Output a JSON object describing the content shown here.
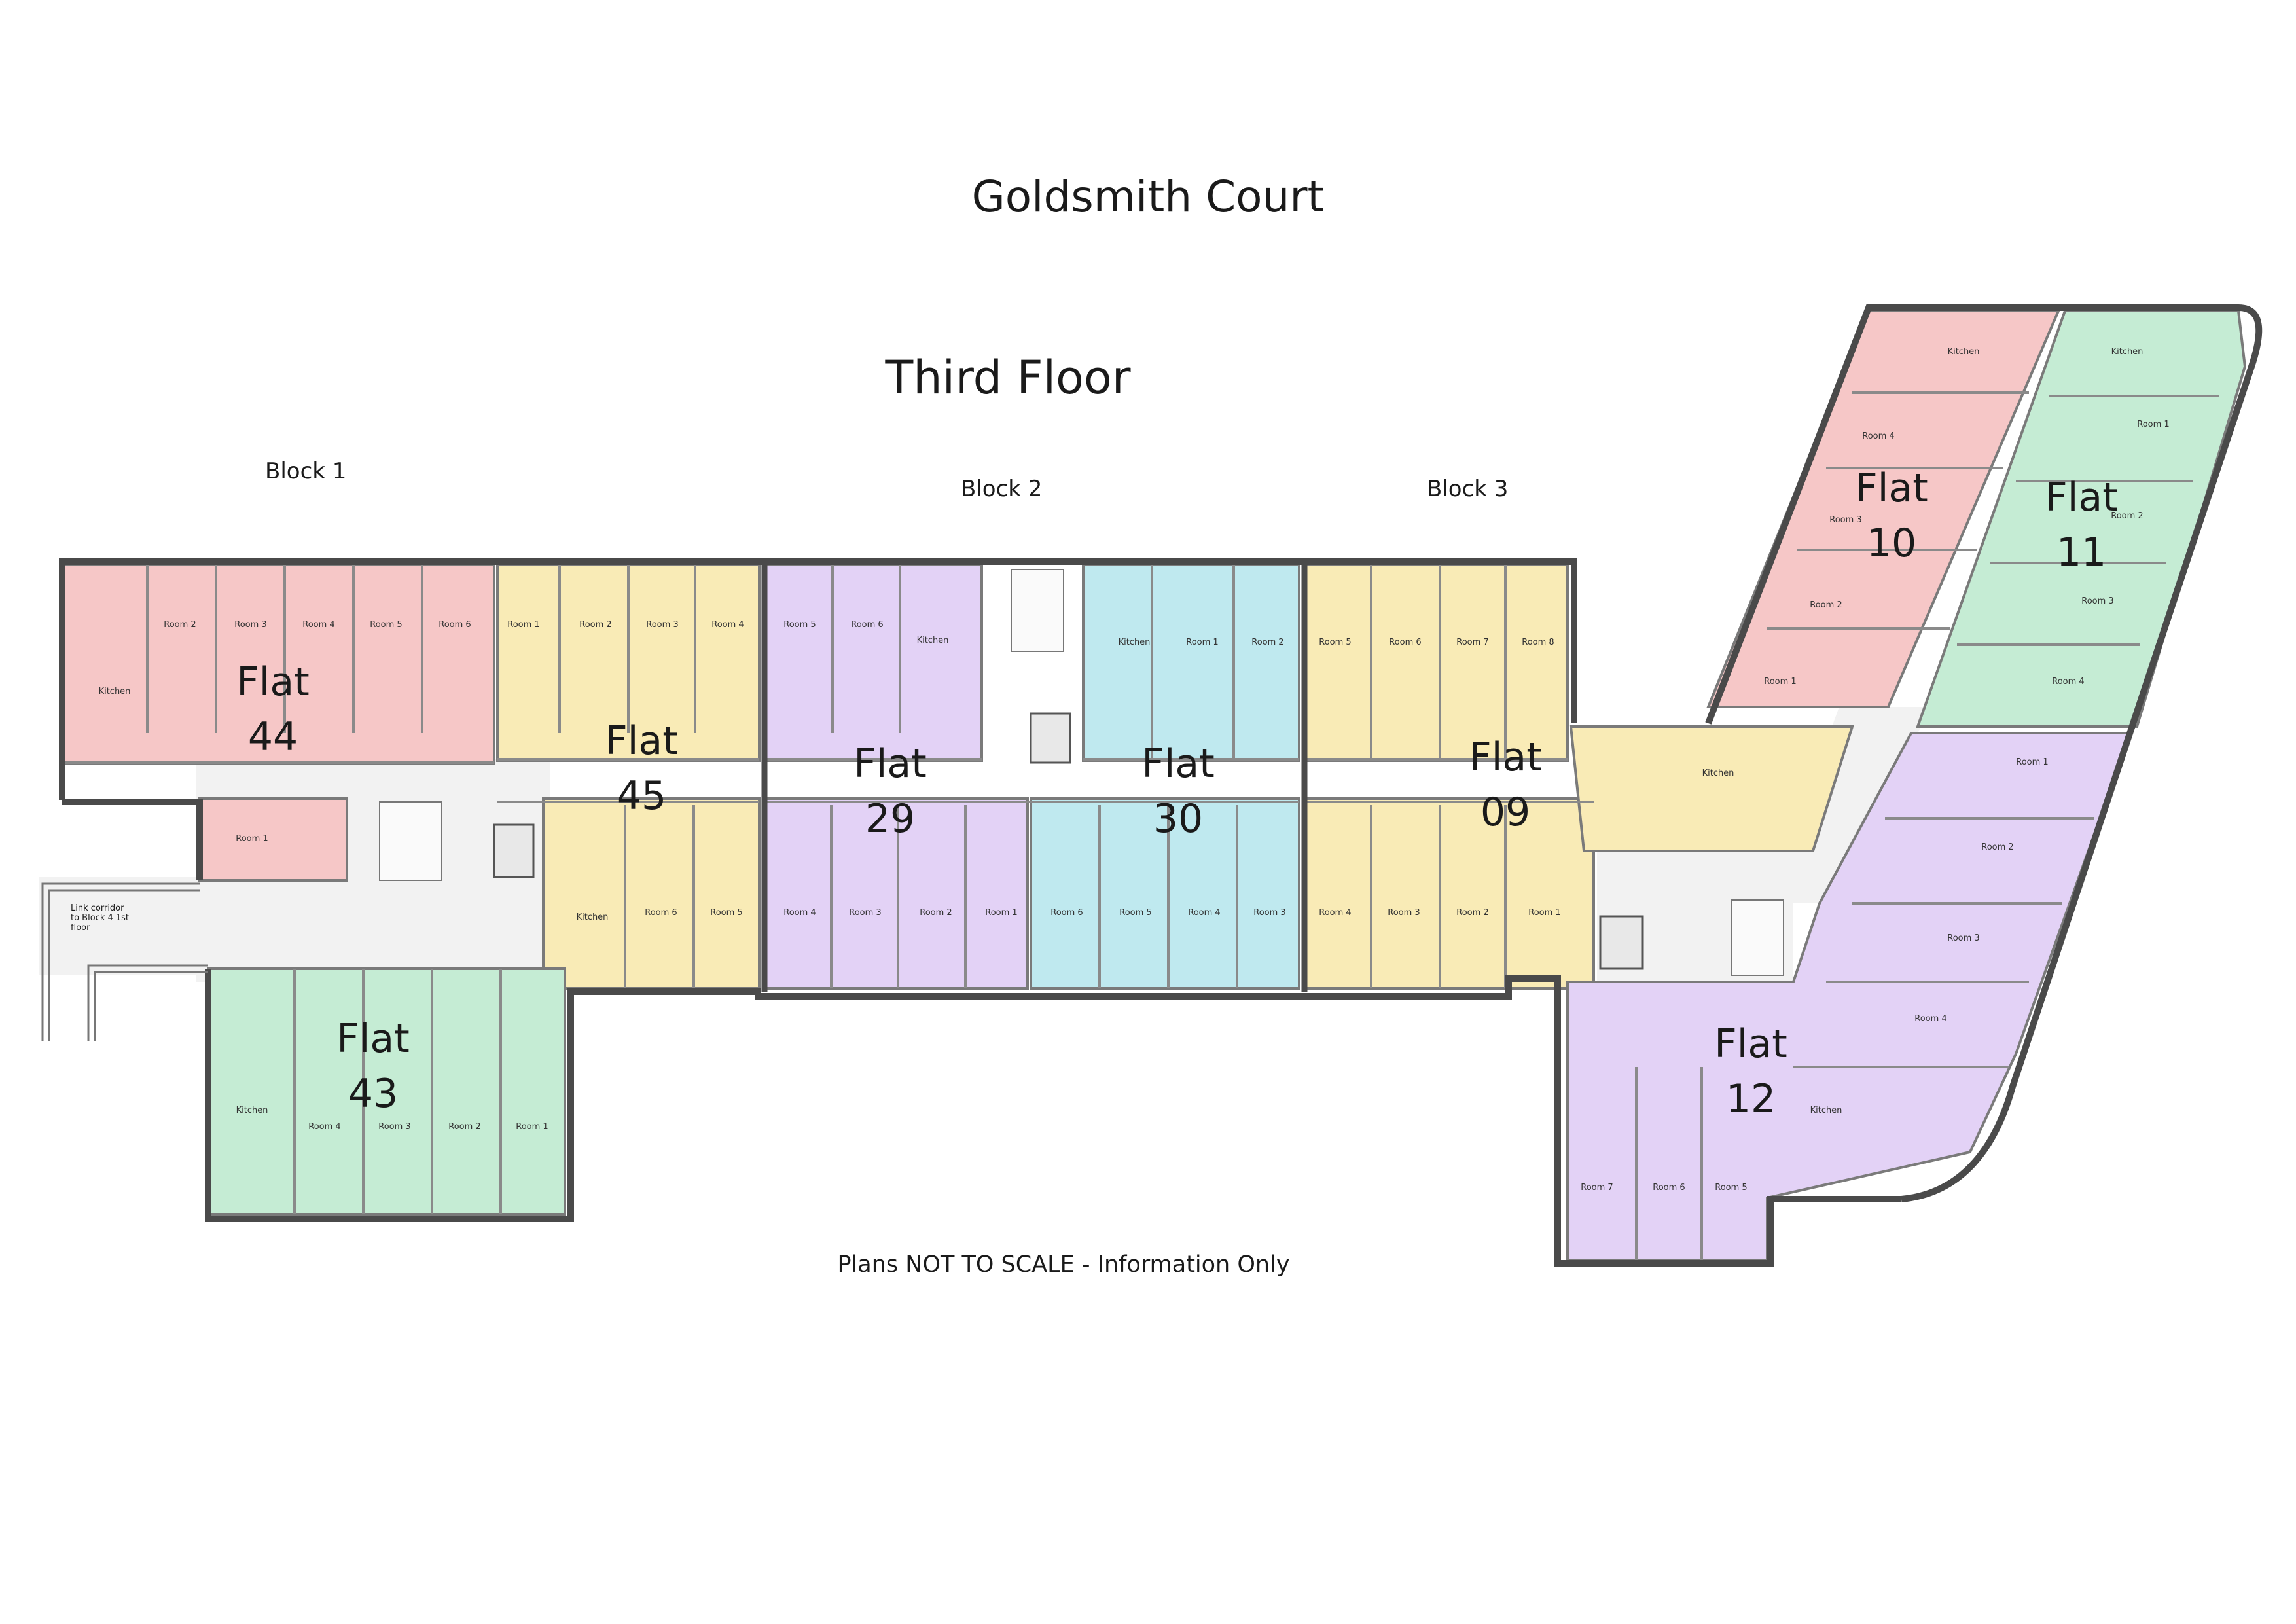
{
  "title": "Goldsmith Court",
  "subtitle": "Third Floor",
  "blocks": [
    "Block 1",
    "Block 2",
    "Block 3"
  ],
  "footer": "Plans NOT TO SCALE - Information Only",
  "link_corridor": [
    "Link corridor",
    "to Block 4 1st",
    "floor"
  ],
  "colors": {
    "pink": "#f6c7c7",
    "yellow": "#f9ebb6",
    "purple": "#e3d2f6",
    "blue": "#bfe9ef",
    "green": "#c5ecd4",
    "wall": "#4a4a4a",
    "corridor": "#f0f0f0"
  },
  "flats": [
    {
      "id": "flat44",
      "name": "Flat",
      "number": "44",
      "color": "pink",
      "rooms": [
        "Kitchen",
        "Room 2",
        "Room 3",
        "Room 4",
        "Room 5",
        "Room 6",
        "Room 1"
      ]
    },
    {
      "id": "flat45",
      "name": "Flat",
      "number": "45",
      "color": "yellow",
      "rooms": [
        "Room 1",
        "Room 2",
        "Room 3",
        "Room 4",
        "Kitchen",
        "Room 6",
        "Room 5"
      ]
    },
    {
      "id": "flat29",
      "name": "Flat",
      "number": "29",
      "color": "purple",
      "rooms": [
        "Room 5",
        "Room 6",
        "Kitchen",
        "Room 4",
        "Room 3",
        "Room 2",
        "Room 1"
      ]
    },
    {
      "id": "flat30",
      "name": "Flat",
      "number": "30",
      "color": "blue",
      "rooms": [
        "Kitchen",
        "Room 1",
        "Room 2",
        "Room 6",
        "Room 5",
        "Room 4",
        "Room 3"
      ]
    },
    {
      "id": "flat09",
      "name": "Flat",
      "number": "09",
      "color": "yellow",
      "rooms": [
        "Room 5",
        "Room 6",
        "Room 7",
        "Room 8",
        "Room 4",
        "Room 3",
        "Room 2",
        "Room 1",
        "Kitchen"
      ]
    },
    {
      "id": "flat43",
      "name": "Flat",
      "number": "43",
      "color": "green",
      "rooms": [
        "Kitchen",
        "Room 4",
        "Room 3",
        "Room 2",
        "Room 1"
      ]
    },
    {
      "id": "flat10",
      "name": "Flat",
      "number": "10",
      "color": "pink",
      "rooms": [
        "Kitchen",
        "Room 4",
        "Room 3",
        "Room 2",
        "Room 1"
      ]
    },
    {
      "id": "flat11",
      "name": "Flat",
      "number": "11",
      "color": "green",
      "rooms": [
        "Kitchen",
        "Room 1",
        "Room 2",
        "Room 3",
        "Room 4"
      ]
    },
    {
      "id": "flat12",
      "name": "Flat",
      "number": "12",
      "color": "purple",
      "rooms": [
        "Room 1",
        "Room 2",
        "Room 3",
        "Room 4",
        "Kitchen",
        "Room 7",
        "Room 6",
        "Room 5"
      ]
    }
  ]
}
